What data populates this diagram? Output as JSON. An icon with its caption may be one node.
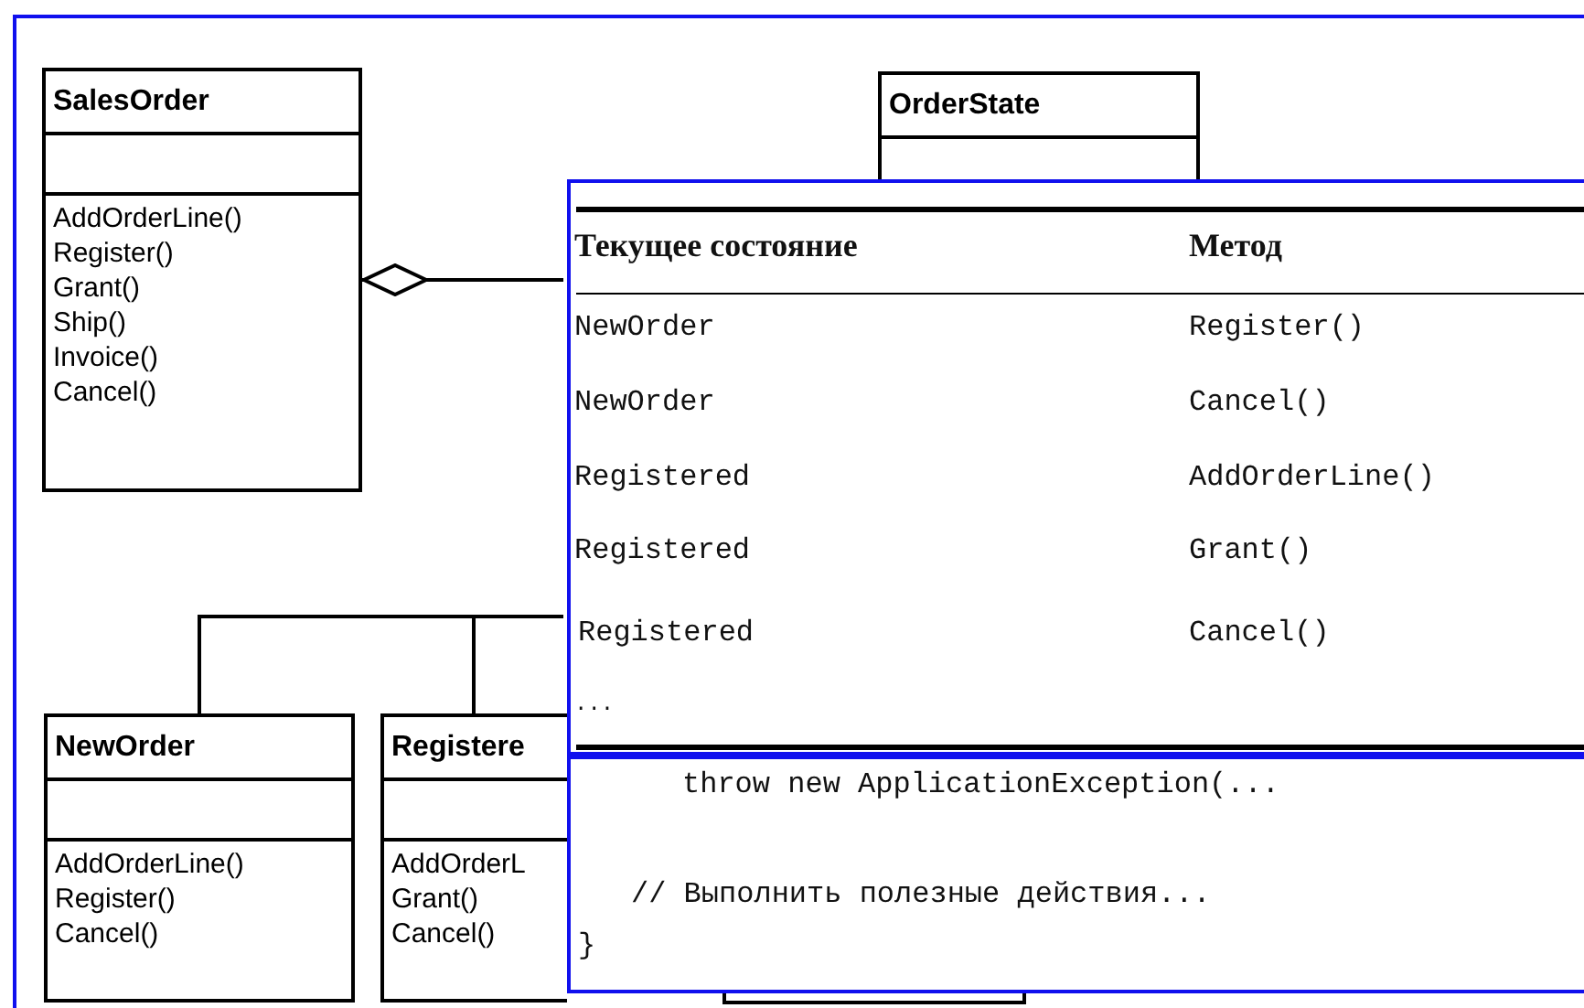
{
  "diagram": {
    "nodes": [
      {
        "text": [
          "SalesOrder",
          "AddOrderLine()",
          "Register()",
          "Grant()",
          "Ship()",
          "Invoice()",
          "Cancel()"
        ]
      },
      {
        "text": [
          "OrderState"
        ]
      },
      {
        "text": [
          "NewOrder",
          "AddOrderLine()",
          "Register()",
          "Cancel()"
        ]
      },
      {
        "text": [
          "Registere",
          "AddOrderL",
          "Grant()",
          "Cancel()"
        ]
      },
      {
        "text": [],
        "shape": "box"
      }
    ],
    "edges": [
      {
        "from": 0,
        "to": null,
        "arrow": "other"
      },
      {
        "from": 2,
        "to": null,
        "arrow": "none"
      },
      {
        "from": 3,
        "to": null,
        "arrow": "none"
      }
    ],
    "labels": [
      "Текущее состояние",
      "Метод",
      "NewOrder",
      "Register()",
      "NewOrder",
      "Cancel()",
      "Registered",
      "AddOrderLine()",
      "Registered",
      "Grant()",
      "Registered",
      "Cancel()",
      "...",
      "throw new ApplicationException(...",
      "// Выполнить полезные действия...",
      "}"
    ]
  }
}
